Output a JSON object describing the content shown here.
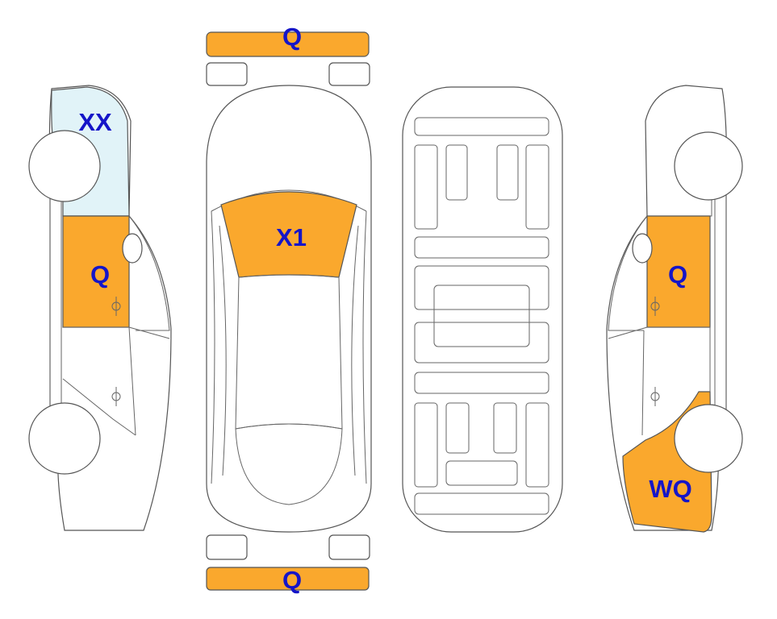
{
  "colors": {
    "orange": "#FAA82D",
    "light_blue": "#E1F3F8",
    "label": "#1515C8",
    "outline": "#555555"
  },
  "labels": {
    "front_bumper": "Q",
    "rear_bumper": "Q",
    "windshield": "X1",
    "left_front_fender": "XX",
    "left_front_door": "Q",
    "right_front_door": "Q",
    "right_rear_quarter": "WQ"
  },
  "panels": {
    "front_bumper": "damaged",
    "rear_bumper": "damaged",
    "windshield": "damaged",
    "left_front_fender": "marked",
    "left_front_door": "damaged",
    "right_front_door": "damaged",
    "right_rear_quarter": "damaged"
  }
}
